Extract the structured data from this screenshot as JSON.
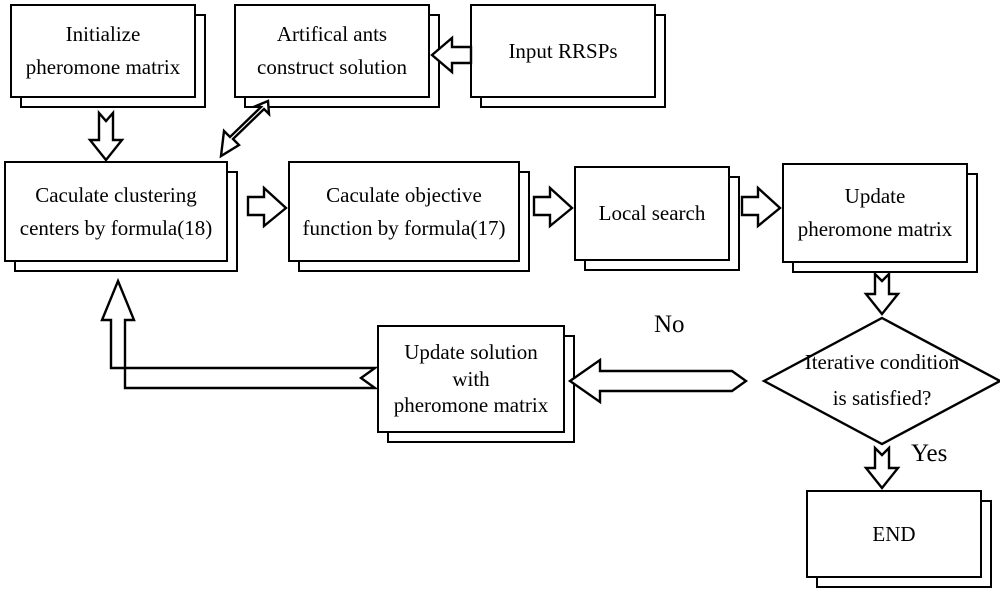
{
  "diagram": {
    "title": "Ant colony clustering algorithm flowchart",
    "colors": {
      "stroke": "#000000",
      "fill": "#ffffff",
      "text": "#000000"
    },
    "nodes": [
      {
        "id": "initialize",
        "type": "process",
        "label": "Initialize\npheromone matrix"
      },
      {
        "id": "artificial-ants",
        "type": "process",
        "label": "Artifical ants\nconstruct solution"
      },
      {
        "id": "input-rrsps",
        "type": "process",
        "label": "Input RRSPs"
      },
      {
        "id": "calc-clustering",
        "type": "process",
        "label": "Caculate clustering\ncenters by  formula(18)"
      },
      {
        "id": "calc-objective",
        "type": "process",
        "label": "Caculate objective\nfunction by  formula(17)"
      },
      {
        "id": "local-search",
        "type": "process",
        "label": "Local search"
      },
      {
        "id": "update-pheromone",
        "type": "process",
        "label": "Update\npheromone matrix"
      },
      {
        "id": "update-solution",
        "type": "process",
        "label": "Update solution\nwith\npheromone matrix"
      },
      {
        "id": "iterative-cond",
        "type": "decision",
        "label": "Iterative condition\nis satisfied?"
      },
      {
        "id": "end",
        "type": "terminator",
        "label": "END"
      }
    ],
    "edge_labels": [
      {
        "id": "no-label",
        "text": "No"
      },
      {
        "id": "yes-label",
        "text": "Yes"
      }
    ],
    "edges": [
      {
        "from": "input-rrsps",
        "to": "artificial-ants",
        "direction": "left",
        "label": ""
      },
      {
        "from": "initialize",
        "to": "calc-clustering",
        "direction": "down",
        "label": ""
      },
      {
        "from": "artificial-ants",
        "to": "calc-clustering",
        "direction": "down-left",
        "label": ""
      },
      {
        "from": "calc-clustering",
        "to": "calc-objective",
        "direction": "right",
        "label": ""
      },
      {
        "from": "calc-objective",
        "to": "local-search",
        "direction": "right",
        "label": ""
      },
      {
        "from": "local-search",
        "to": "update-pheromone",
        "direction": "right",
        "label": ""
      },
      {
        "from": "update-pheromone",
        "to": "iterative-cond",
        "direction": "down",
        "label": ""
      },
      {
        "from": "iterative-cond",
        "to": "update-solution",
        "direction": "left",
        "label": "No"
      },
      {
        "from": "iterative-cond",
        "to": "end",
        "direction": "down",
        "label": "Yes"
      },
      {
        "from": "update-solution",
        "to": "calc-clustering",
        "direction": "left-then-up",
        "label": ""
      }
    ]
  }
}
